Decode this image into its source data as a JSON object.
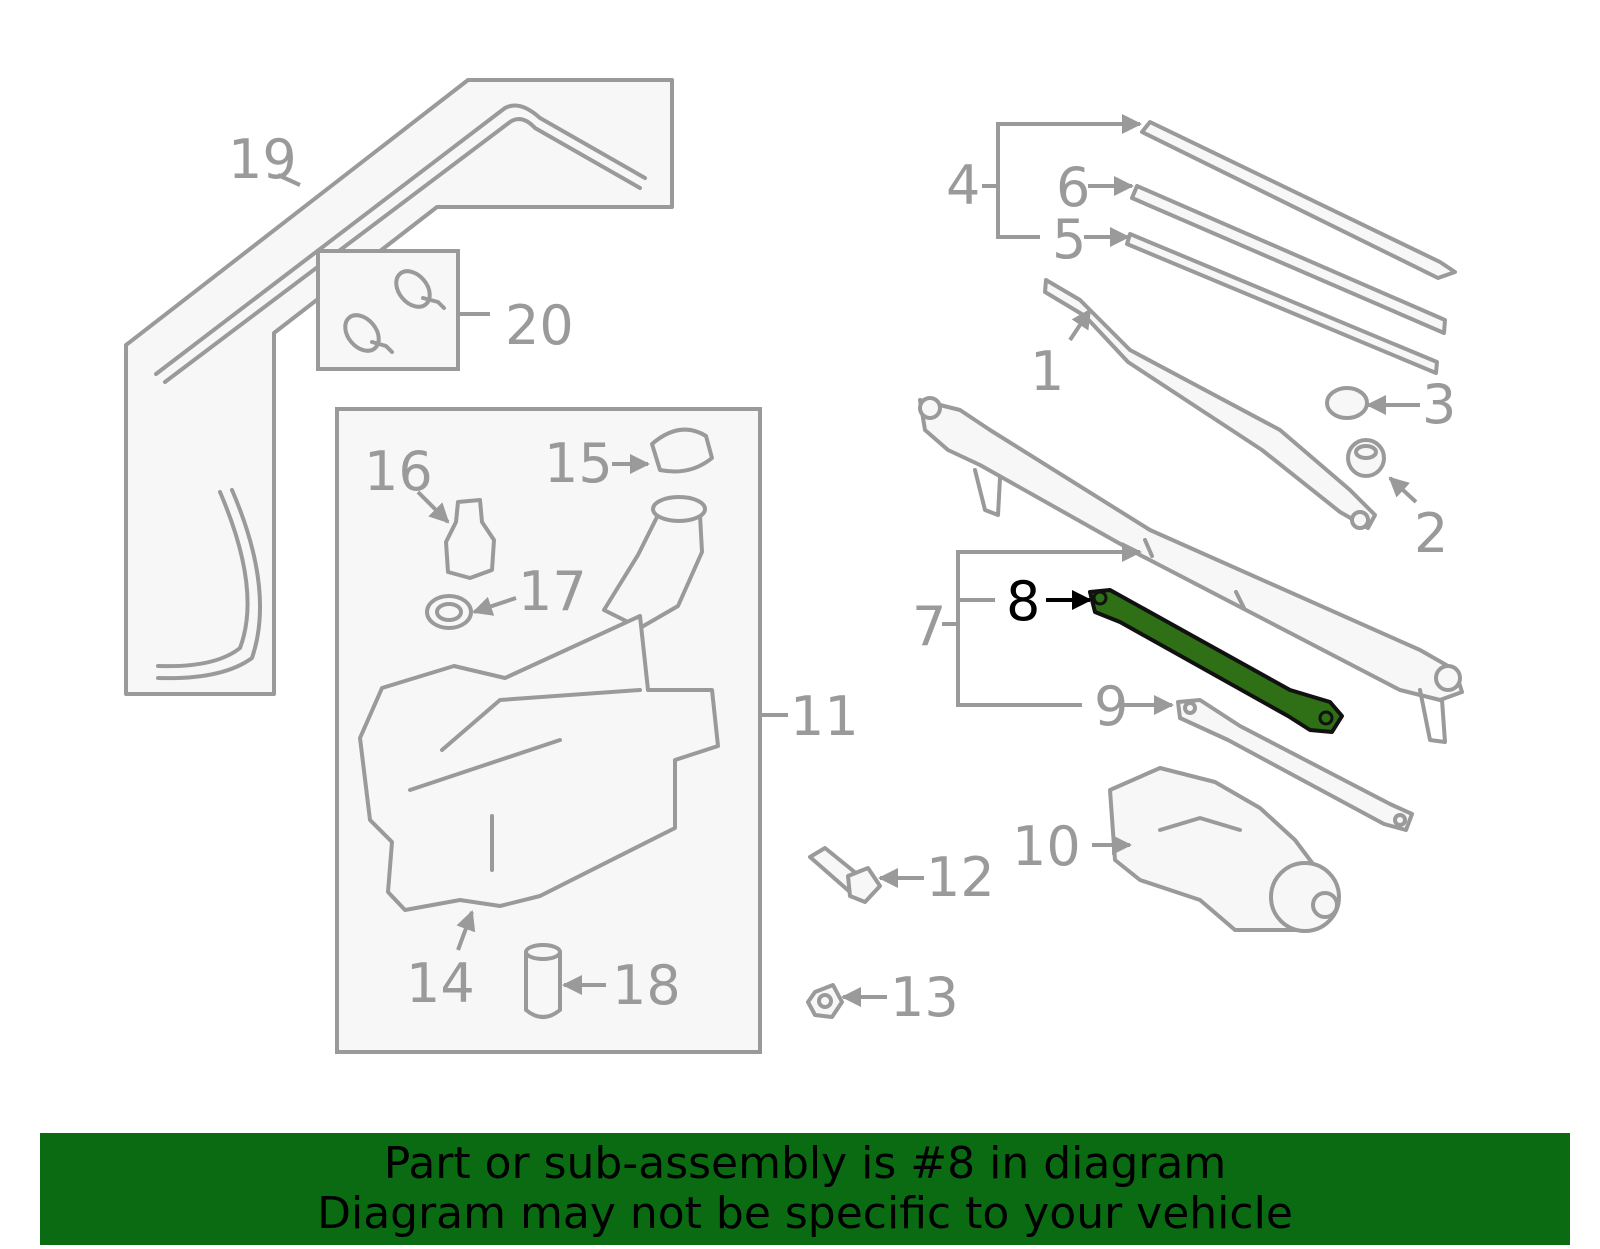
{
  "callouts": {
    "c1": "1",
    "c2": "2",
    "c3": "3",
    "c4": "4",
    "c5": "5",
    "c6": "6",
    "c7": "7",
    "c8": "8",
    "c9": "9",
    "c10": "10",
    "c11": "11",
    "c12": "12",
    "c13": "13",
    "c14": "14",
    "c15": "15",
    "c16": "16",
    "c17": "17",
    "c18": "18",
    "c19": "19",
    "c20": "20"
  },
  "highlight": {
    "part_number": "8",
    "color": "#2f6f16"
  },
  "banner": {
    "line1": "Part or sub-assembly is #8 in diagram",
    "line2": "Diagram may not be specific to your vehicle",
    "background": "#0a6b12"
  }
}
